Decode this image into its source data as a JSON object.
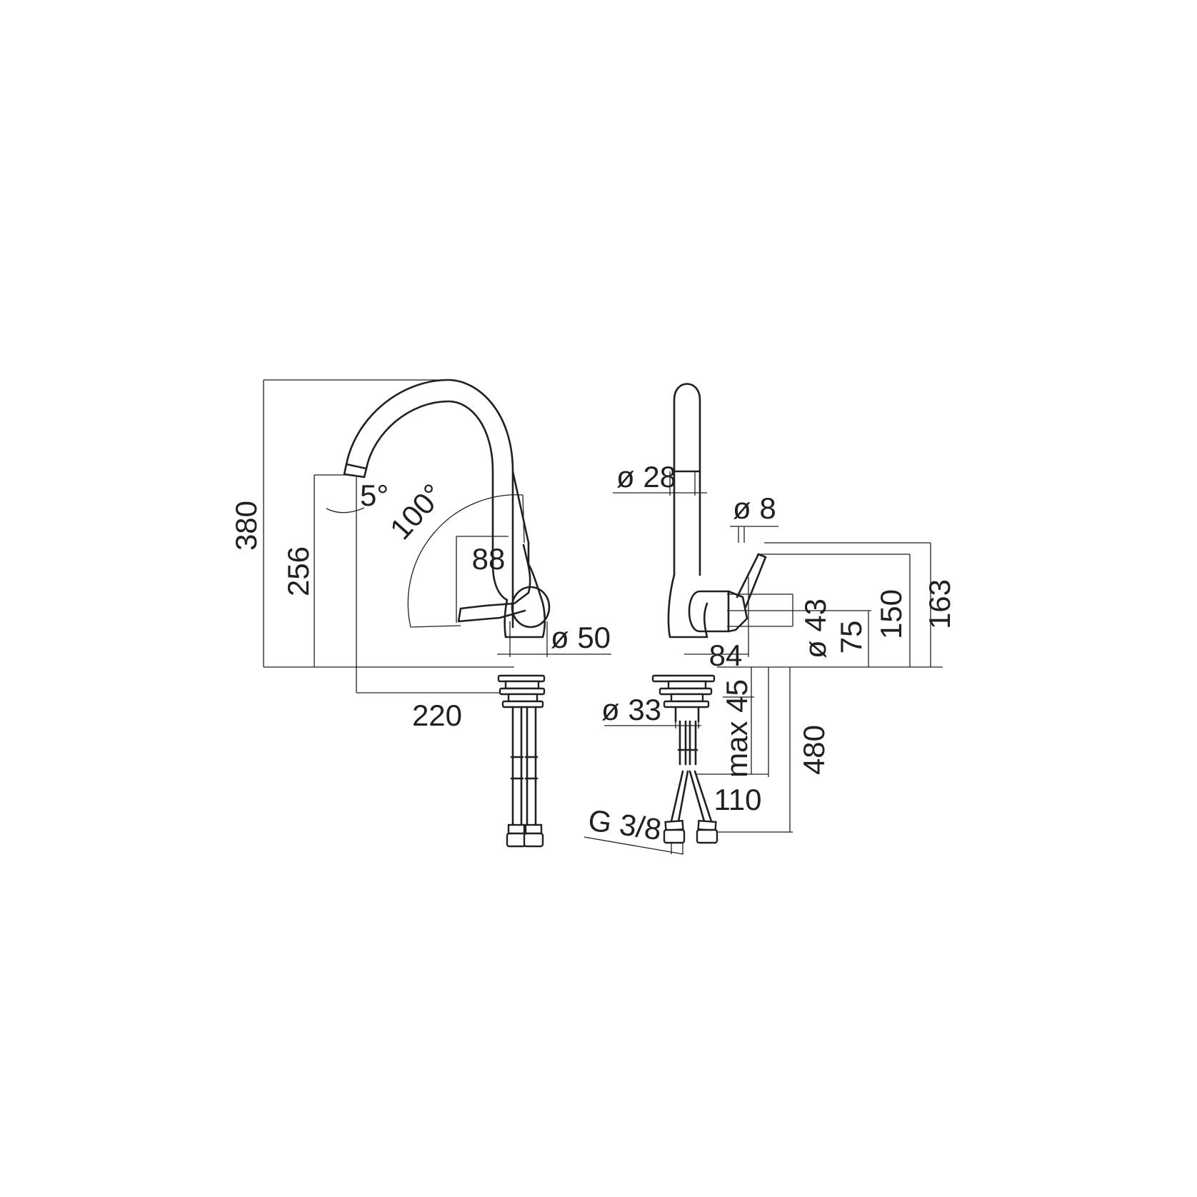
{
  "front_view": {
    "dim_height_total": "380",
    "dim_height_spout": "256",
    "dim_rotation_spout": "5°",
    "dim_rotation_lever": "100°",
    "dim_lever_length": "88",
    "dim_body_diameter": "ø 50",
    "dim_reach": "220"
  },
  "side_view": {
    "dim_spout_diameter": "ø 28",
    "dim_lever_diameter": "ø 8",
    "dim_lever_height": "163",
    "dim_hub_height": "150",
    "dim_hub_center": "75",
    "dim_hub_diameter": "ø 43",
    "dim_lever_projection": "84",
    "dim_max_deck": "max 45",
    "dim_shank_diameter": "ø 33",
    "dim_hose_length": "480",
    "dim_hose_spread": "110",
    "dim_thread": "G 3/8"
  }
}
